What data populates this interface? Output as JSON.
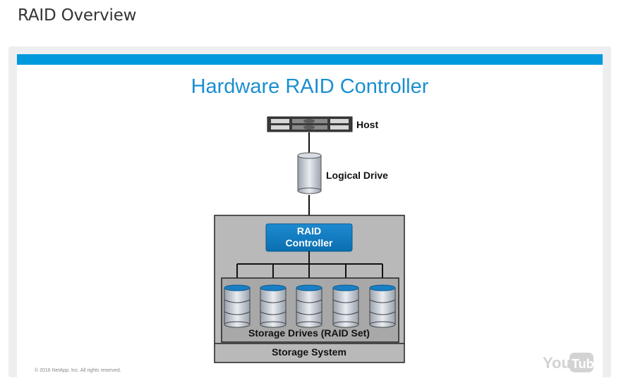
{
  "page": {
    "title": "RAID Overview"
  },
  "slide": {
    "title": "Hardware RAID Controller",
    "labels": {
      "host": "Host",
      "logical_drive": "Logical Drive",
      "controller_line1": "RAID",
      "controller_line2": "Controller",
      "storage_drives": "Storage Drives (RAID Set)",
      "storage_system": "Storage System"
    },
    "copyright": "© 2016 NetApp, Inc. All rights reserved.",
    "accent_color": "#0099dd"
  },
  "video": {
    "watermark": "YouTube"
  }
}
